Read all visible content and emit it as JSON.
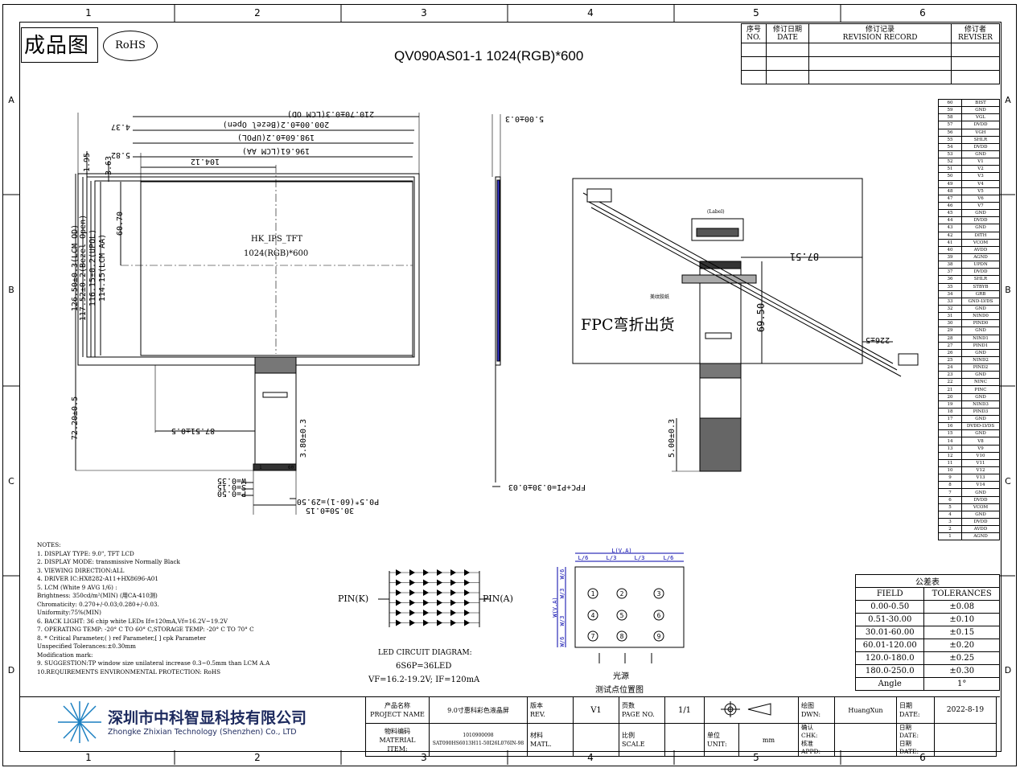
{
  "grid": {
    "columns": [
      "1",
      "2",
      "3",
      "4",
      "5",
      "6"
    ],
    "rows": [
      "A",
      "B",
      "C",
      "D"
    ]
  },
  "header": {
    "stamp": "成品图",
    "rohs": "RoHS",
    "title": "QV090AS01-1 1024(RGB)*600"
  },
  "revision": {
    "col_no": "序号",
    "col_no_en": "NO.",
    "col_date": "修订日期",
    "col_date_en": "DATE",
    "col_record": "修订记录",
    "col_record_en": "REVISION RECORD",
    "col_reviser": "修订者",
    "col_reviser_en": "REVISER"
  },
  "front_view": {
    "dims_top": [
      "210.70±0.3(LCM OD)",
      "200.00±0.2(Bezel Open)",
      "198.60±0.2(UPOL)",
      "196.61(LCM AA)",
      "104.12",
      "4.37",
      "5.82"
    ],
    "dims_left": [
      "1.95",
      "3.63",
      "60.70",
      "126.50±0.3(LCM OD)",
      "117.52±0.2(Bezel Open)",
      "116.15±0.2(UPOL)",
      "114.15(LCM AA)",
      "72.20±0.5"
    ],
    "panel_label": "HK_IPS_TFT",
    "panel_res": "1024(RGB)*600",
    "fpc_length": "87.51±0.5",
    "fpc_tail": "3.80±0.3",
    "w": "W=0.35",
    "s": "S=0.15",
    "p": "P=0.50",
    "pitch": "P0.5*(60-1)=29.50",
    "width": "30.50±0.15",
    "pin1": "1",
    "pin60": "60"
  },
  "side_view": {
    "thickness": "5.00±0.3",
    "fpc_pi": "FPC+PI=0.30±0.03"
  },
  "back_view": {
    "label": "(Label)",
    "tape": "美纹胶纸",
    "bend": "FPC弯折出货",
    "dim_87": "87.51",
    "dim_69": "69.50",
    "dim_226": "226±5",
    "dim_5": "5.00±0.3"
  },
  "pinout": [
    "BIST",
    "GND",
    "VGL",
    "DVDD",
    "VGH",
    "SHLR",
    "DVDD",
    "GND",
    "V1",
    "V2",
    "V3",
    "V4",
    "V5",
    "V6",
    "V7",
    "GND",
    "DVDD",
    "GND",
    "DITH",
    "VCOM",
    "AVDD",
    "AGND",
    "UPDN",
    "DVDD",
    "SHLR",
    "STBYB",
    "GRB",
    "GND-LVDS",
    "GND",
    "NIND0",
    "PIND0",
    "GND",
    "NIND1",
    "PIND1",
    "GND",
    "NIND2",
    "PIND2",
    "GND",
    "NINC",
    "PINC",
    "GND",
    "NIND3",
    "PIND3",
    "GND",
    "DVDD-LVDS",
    "GND",
    "V8",
    "V9",
    "V10",
    "V11",
    "V12",
    "V13",
    "V14",
    "GND",
    "DVDD",
    "VCOM",
    "GND",
    "DVDD",
    "AVDD",
    "AGND"
  ],
  "notes": [
    "NOTES:",
    "1. DISPLAY TYPE: 9.0\",  TFT LCD",
    "2. DISPLAY MODE: transmissive Normally Black",
    "3. VIEWING DIRECTION:ALL",
    "4. DRIVER IC:HX8282-A11+HX8696-A01",
    "5. LCM (White 9 AVG 1/6) :",
    "         Brightness: 350cd/m²(MIN) (用CA-410测)",
    "         Chromaticity: 0.270+/-0.03;0.280+/-0.03.",
    "         Uniformity:75%(MIN)",
    "6. BACK LIGHT: 36 chip white LEDs If=120mA,Vf=16.2V~19.2V",
    "7. OPERATING TEMP: -20° C TO 60° C,STORAGE TEMP: -20° C TO 70° C",
    "8. * Critical Parameter,( ) ref Parameter,[ ] cpk Parameter",
    "   Unspecified Tolerances:±0.30mm",
    "   Modification mark:",
    "9. SUGGESTION:TP window size unilateral increase 0.3~0.5mm than LCM A.A",
    "10.REQUIREMENTS ENVIRONMENTAL PROTECTION: RoHS"
  ],
  "led": {
    "pin_k": "PIN(K)",
    "pin_a": "PIN(A)",
    "title": "LED CIRCUIT DIAGRAM:",
    "config": "6S6P=36LED",
    "spec": "VF=16.2-19.2V; IF=120mA"
  },
  "test_points": {
    "labels": [
      "1",
      "2",
      "3",
      "4",
      "5",
      "6",
      "7",
      "8",
      "9"
    ],
    "top_dims": [
      "L/6",
      "L/3",
      "L/3",
      "L/6",
      "L(V.A)"
    ],
    "side_dims": [
      "W/6",
      "W/3",
      "W/3",
      "W/6",
      "W(V.A)"
    ],
    "light_source": "光源",
    "caption": "测试点位置图"
  },
  "tolerance": {
    "title": "公差表",
    "col_field": "FIELD",
    "col_tol": "TOLERANCES",
    "rows": [
      {
        "field": "0.00-0.50",
        "tol": "±0.08"
      },
      {
        "field": "0.51-30.00",
        "tol": "±0.10"
      },
      {
        "field": "30.01-60.00",
        "tol": "±0.15"
      },
      {
        "field": "60.01-120.00",
        "tol": "±0.20"
      },
      {
        "field": "120.0-180.0",
        "tol": "±0.25"
      },
      {
        "field": "180.0-250.0",
        "tol": "±0.30"
      }
    ],
    "angle_label": "Angle",
    "angle_value": "1°"
  },
  "title_block": {
    "company_cn": "深圳市中科智显科技有限公司",
    "company_en": "Zhongke Zhixian Technology (Shenzhen) Co., LTD",
    "project_cn": "产品名称",
    "project_en": "PROJECT NAME",
    "project_value": "9.0寸惠科彩色液晶屏",
    "material_cn": "物料编码",
    "material_en": "MATERIAL ITEM:",
    "material_code": "1010900098",
    "material_value": "SAT090HS6013H11-50I26L076IN-98",
    "rev_cn": "版本",
    "rev_en": "REV.",
    "rev_value": "V1",
    "page_cn": "页数",
    "page_en": "PAGE NO.",
    "page_value": "1/1",
    "matl_cn": "材料",
    "matl_en": "MATL.",
    "scale_cn": "比例",
    "scale_en": "SCALE",
    "unit_cn": "单位",
    "unit_en": "UNIT:",
    "unit_value": "mm",
    "dwn_cn": "绘图",
    "dwn_en": "DWN:",
    "dwn_value": "HuangXun",
    "chk_cn": "确认",
    "chk_en": "CHK:",
    "appd_cn": "核准",
    "appd_en": "APPD:",
    "date_cn": "日期",
    "date_en": "DATE:",
    "date_value": "2022-8-19"
  }
}
